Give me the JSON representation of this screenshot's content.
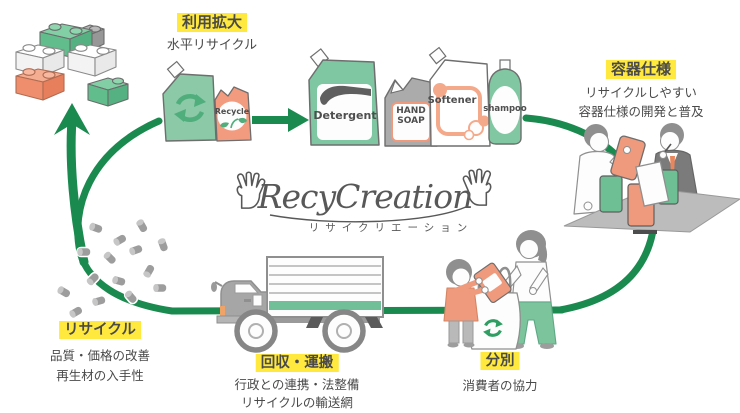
{
  "logo": {
    "title": "RecyCreation",
    "subtitle": "リサイクリエーション"
  },
  "sections": {
    "expansion": {
      "badge": "利用拡大",
      "line1": "水平リサイクル"
    },
    "container_spec": {
      "badge": "容器仕様",
      "line1": "リサイクルしやすい",
      "line2": "容器仕様の開発と普及"
    },
    "recycle": {
      "badge": "リサイクル",
      "line1": "品質・価格の改善",
      "line2": "再生材の入手性"
    },
    "collection": {
      "badge": "回収・運搬",
      "line1": "行政との連携・法整備",
      "line2": "リサイクルの輸送網"
    },
    "separation": {
      "badge": "分別",
      "line1": "消費者の協力"
    }
  },
  "products": {
    "pouch_label": "Recycle",
    "detergent": "Detergent",
    "hand_soap": "HAND SOAP",
    "softener": "Softener",
    "shampoo": "shampoo"
  },
  "colors": {
    "accent_green": "#1a8a4f",
    "light_green": "#8bc9a7",
    "salmon": "#f09a7d",
    "highlight_yellow": "#ffe93e",
    "text_dark": "#4a4a4a",
    "gray": "#9d9d9d",
    "logo_gray": "#585858"
  }
}
